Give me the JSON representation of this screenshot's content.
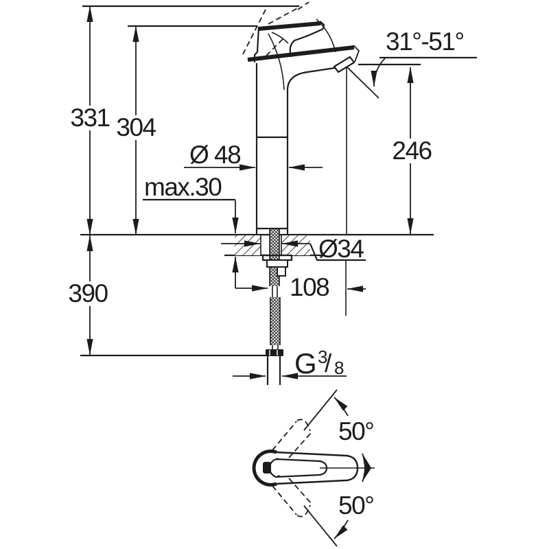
{
  "drawing": {
    "background": "#ffffff",
    "ink": "#1c1c1c",
    "labels": {
      "total_height": "331",
      "spout_top_height": "304",
      "outlet_height": "246",
      "handle_angle_range": "31°-51°",
      "body_diameter": "Ø 48",
      "max_deck_thickness": "max.30",
      "hole_diameter": "Ø34",
      "outlet_projection": "108",
      "hose_length": "390",
      "thread_letter": "G",
      "thread_numerator": "3",
      "thread_divider": "/",
      "thread_denominator": "8",
      "swivel_angle_up": "50°",
      "swivel_angle_down": "50°"
    }
  }
}
